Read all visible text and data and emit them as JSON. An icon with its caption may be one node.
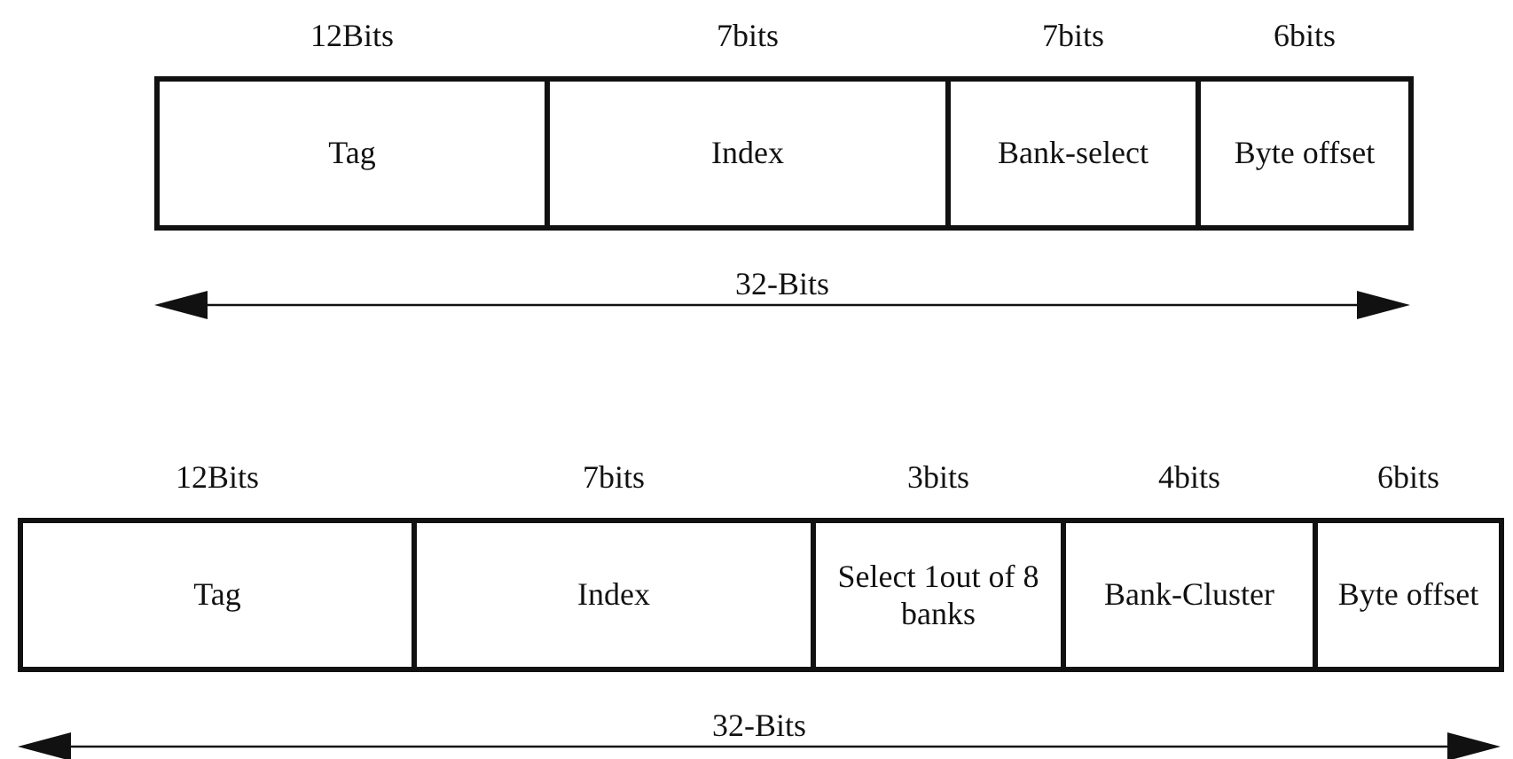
{
  "diagram": {
    "nodes": [
      {
        "text": [
          "Tag"
        ],
        "beside": [
          "12Bits"
        ]
      },
      {
        "text": [
          "Index"
        ],
        "beside": [
          "7bits"
        ]
      },
      {
        "text": [
          "Bank-select"
        ],
        "beside": [
          "7bits"
        ]
      },
      {
        "text": [
          "Byte offset"
        ],
        "beside": [
          "6bits"
        ]
      },
      {
        "text": [
          "Tag"
        ],
        "beside": [
          "12Bits"
        ]
      },
      {
        "text": [
          "Index"
        ],
        "beside": [
          "7bits"
        ]
      },
      {
        "text": [
          "Select 1out of 8 banks"
        ],
        "beside": [
          "3bits"
        ]
      },
      {
        "text": [
          "Bank-Cluster"
        ],
        "beside": [
          "4bits"
        ]
      },
      {
        "text": [
          "Byte offset"
        ],
        "beside": [
          "6bits"
        ]
      }
    ],
    "labels": [
      "32-Bits",
      "32-Bits"
    ]
  }
}
